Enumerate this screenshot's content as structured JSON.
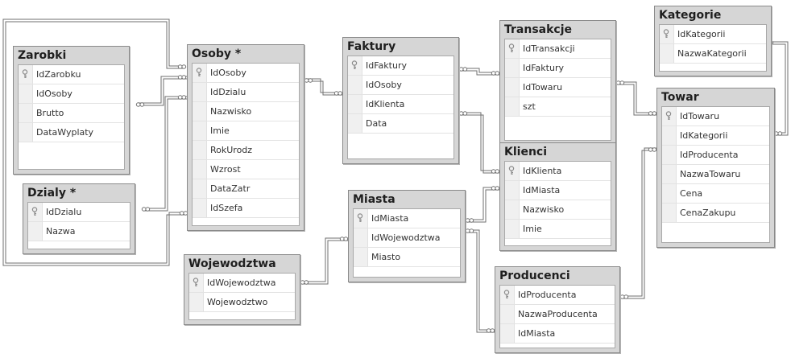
{
  "tables": {
    "zarobki": {
      "title": "Zarobki",
      "columns": [
        {
          "name": "IdZarobku",
          "pk": true
        },
        {
          "name": "IdOsoby"
        },
        {
          "name": "Brutto"
        },
        {
          "name": "DataWyplaty"
        }
      ]
    },
    "dzialy": {
      "title": "Dzialy *",
      "columns": [
        {
          "name": "IdDzialu",
          "pk": true
        },
        {
          "name": "Nazwa"
        }
      ]
    },
    "osoby": {
      "title": "Osoby *",
      "columns": [
        {
          "name": "IdOsoby",
          "pk": true
        },
        {
          "name": "IdDzialu"
        },
        {
          "name": "Nazwisko"
        },
        {
          "name": "Imie"
        },
        {
          "name": "RokUrodz"
        },
        {
          "name": "Wzrost"
        },
        {
          "name": "DataZatr"
        },
        {
          "name": "IdSzefa"
        }
      ]
    },
    "faktury": {
      "title": "Faktury",
      "columns": [
        {
          "name": "IdFaktury",
          "pk": true
        },
        {
          "name": "IdOsoby"
        },
        {
          "name": "IdKlienta"
        },
        {
          "name": "Data"
        }
      ]
    },
    "transakcje": {
      "title": "Transakcje",
      "columns": [
        {
          "name": "IdTransakcji",
          "pk": true
        },
        {
          "name": "IdFaktury"
        },
        {
          "name": "IdTowaru"
        },
        {
          "name": "szt"
        }
      ]
    },
    "kategorie": {
      "title": "Kategorie",
      "columns": [
        {
          "name": "IdKategorii",
          "pk": true
        },
        {
          "name": "NazwaKategorii"
        }
      ]
    },
    "towar": {
      "title": "Towar",
      "columns": [
        {
          "name": "IdTowaru",
          "pk": true
        },
        {
          "name": "IdKategorii"
        },
        {
          "name": "IdProducenta"
        },
        {
          "name": "NazwaTowaru"
        },
        {
          "name": "Cena"
        },
        {
          "name": "CenaZakupu"
        }
      ]
    },
    "klienci": {
      "title": "Klienci",
      "columns": [
        {
          "name": "IdKlienta",
          "pk": true
        },
        {
          "name": "IdMiasta"
        },
        {
          "name": "Nazwisko"
        },
        {
          "name": "Imie"
        }
      ]
    },
    "miasta": {
      "title": "Miasta",
      "columns": [
        {
          "name": "IdMiasta",
          "pk": true
        },
        {
          "name": "IdWojewodztwa"
        },
        {
          "name": "Miasto"
        }
      ]
    },
    "wojewodztwa": {
      "title": "Wojewodztwa",
      "columns": [
        {
          "name": "IdWojewodztwa",
          "pk": true
        },
        {
          "name": "Wojewodztwo"
        }
      ]
    },
    "producenci": {
      "title": "Producenci",
      "columns": [
        {
          "name": "IdProducenta",
          "pk": true
        },
        {
          "name": "NazwaProducenta"
        },
        {
          "name": "IdMiasta"
        }
      ]
    }
  },
  "icons": {
    "primary_key": "key-icon",
    "relationship_end": "infinity-icon"
  }
}
